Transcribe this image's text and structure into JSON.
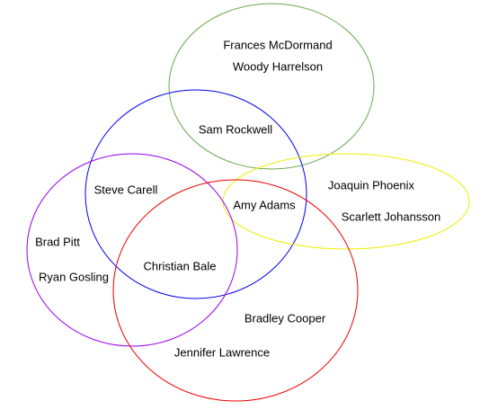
{
  "diagram": {
    "sets": [
      {
        "key": "green",
        "color": "#6aa84f"
      },
      {
        "key": "blue",
        "color": "#0000ee"
      },
      {
        "key": "yellow",
        "color": "#eeee00"
      },
      {
        "key": "purple",
        "color": "#9900ee"
      },
      {
        "key": "red",
        "color": "#ee0000"
      }
    ],
    "members": [
      {
        "key": "frances",
        "name": "Frances McDormand"
      },
      {
        "key": "woody",
        "name": "Woody Harrelson"
      },
      {
        "key": "sam",
        "name": "Sam Rockwell"
      },
      {
        "key": "joaquin",
        "name": "Joaquin Phoenix"
      },
      {
        "key": "scarlett",
        "name": "Scarlett Johansson"
      },
      {
        "key": "steve",
        "name": "Steve Carell"
      },
      {
        "key": "amy",
        "name": "Amy Adams"
      },
      {
        "key": "brad",
        "name": "Brad Pitt"
      },
      {
        "key": "ryan",
        "name": "Ryan Gosling"
      },
      {
        "key": "christian",
        "name": "Christian Bale"
      },
      {
        "key": "bradley",
        "name": "Bradley Cooper"
      },
      {
        "key": "jennifer",
        "name": "Jennifer Lawrence"
      }
    ]
  }
}
